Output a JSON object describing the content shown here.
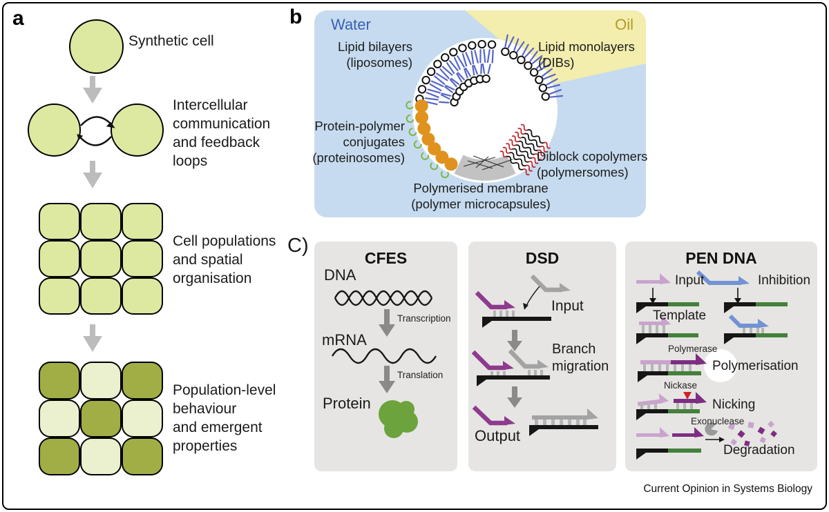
{
  "palette": {
    "cell_green": "#dde8a1",
    "cell_olive": "#a1ae45",
    "cell_pale": "#ebf0cf",
    "water_blue_bg": "#c6dbef",
    "oil_yellow_bg": "#f3edae",
    "water_text_blue": "#3b5fb2",
    "oil_text_yellow": "#b2992a",
    "dsd_purple": "#8e3a8e",
    "pen_dark_purple": "#7d2e82",
    "pen_light_purple": "#c9a3ce",
    "pen_blue": "#7292d2",
    "strand_green": "#44803c",
    "protein_green": "#6ca33d",
    "proteinosome_orange": "#e0921f",
    "lipid_tail_blue": "#5566c5",
    "copolymer_red": "#c1272d",
    "panel_gray": "#e6e5e3",
    "arrow_gray": "#bcbcbc",
    "nickase_red": "#cf2127"
  },
  "panel_a": {
    "label": "a",
    "captions": [
      "Synthetic cell",
      "Intercellular\ncommunication\nand feedback\nloops",
      "Cell populations\nand spatial\norganisation",
      "Population-level\nbehaviour\nand emergent\nproperties"
    ]
  },
  "panel_b": {
    "label": "b",
    "water_label": "Water",
    "oil_label": "Oil",
    "membrane_labels": {
      "lipid_bilayers": "Lipid bilayers\n(liposomes)",
      "lipid_monolayers": "Lipid monolayers\n(DIBs)",
      "protein_polymer": "Protein-polymer\nconjugates\n(proteinosomes)",
      "diblock_copolymers": "Diblock copolymers\n(polymersomes)",
      "polymerised_membrane": "Polymerised membrane\n(polymer microcapsules)"
    }
  },
  "panel_c": {
    "label": "C)",
    "cfes": {
      "title": "CFES",
      "dna": "DNA",
      "transcription": "Transcription",
      "mrna": "mRNA",
      "translation": "Translation",
      "protein": "Protein"
    },
    "dsd": {
      "title": "DSD",
      "input": "Input",
      "branch_migration": "Branch\nmigration",
      "output": "Output"
    },
    "pen": {
      "title": "PEN DNA",
      "input": "Input",
      "inhibition": "Inhibition",
      "template": "Template",
      "polymerase": "Polymerase",
      "polymerisation": "Polymerisation",
      "nickase": "Nickase",
      "nicking": "Nicking",
      "exonuclease": "Exonuclease",
      "degradation": "Degradation"
    }
  },
  "footer": {
    "journal": "Current Opinion in Systems Biology"
  }
}
